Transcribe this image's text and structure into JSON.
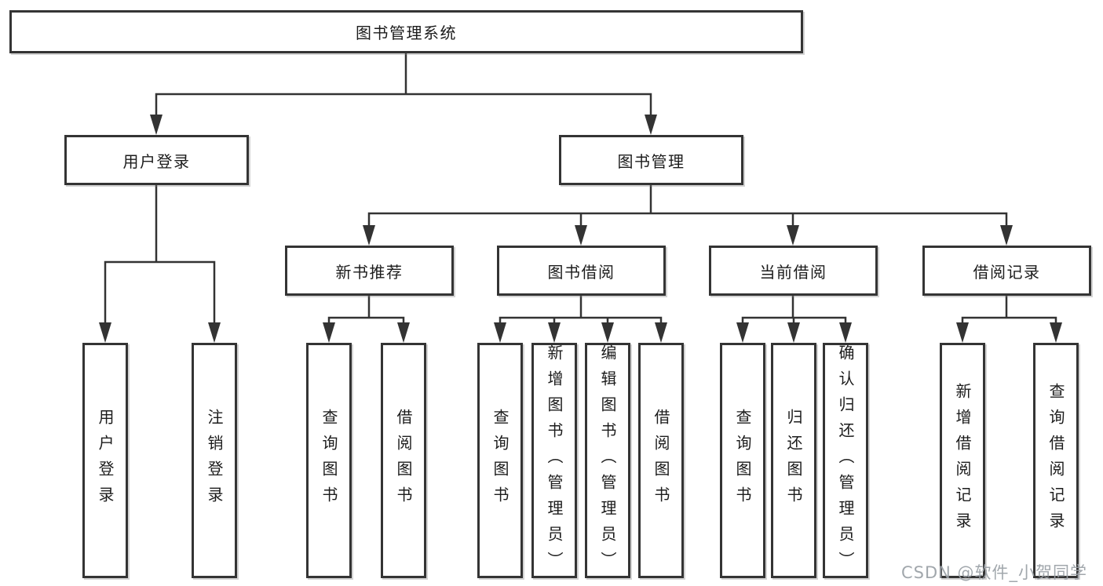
{
  "tree": {
    "label": "图书管理系统",
    "children": [
      {
        "label": "用户登录",
        "children": [
          {
            "label": "用户登录"
          },
          {
            "label": "注销登录"
          }
        ]
      },
      {
        "label": "图书管理",
        "children": [
          {
            "label": "新书推荐",
            "children": [
              {
                "label": "查询图书"
              },
              {
                "label": "借阅图书"
              }
            ]
          },
          {
            "label": "图书借阅",
            "children": [
              {
                "label": "查询图书"
              },
              {
                "label": "新增图书（管理员）"
              },
              {
                "label": "编辑图书（管理员）"
              },
              {
                "label": "借阅图书"
              }
            ]
          },
          {
            "label": "当前借阅",
            "children": [
              {
                "label": "查询图书"
              },
              {
                "label": "归还图书"
              },
              {
                "label": "确认归还（管理员）"
              }
            ]
          },
          {
            "label": "借阅记录",
            "children": [
              {
                "label": "新增借阅记录"
              },
              {
                "label": "查询借阅记录"
              }
            ]
          }
        ]
      }
    ]
  },
  "colors": {
    "line": "#333333",
    "text": "#1c1c1c",
    "box_background": "#ffffff",
    "watermark": "#9aa0a6"
  },
  "watermark": "CSDN @软件_小贺同学"
}
